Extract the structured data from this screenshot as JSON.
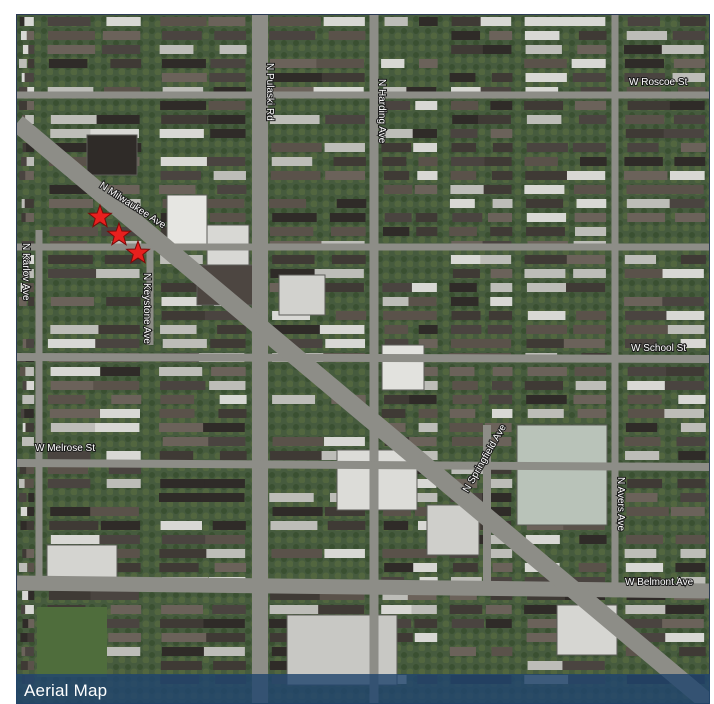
{
  "caption": "Aerial Map",
  "markers": {
    "count": 3,
    "color": "#e8201e"
  },
  "colors": {
    "road": "#8c8c86",
    "roof_dark": "#3f3a35",
    "roof_light": "#d8d8d4",
    "vegetation": "#3c5a30",
    "caption_bg": "#21456e"
  },
  "streets": {
    "pulaski": "N Pulaski Rd",
    "harding": "N Harding Ave",
    "roscoe": "W Roscoe St",
    "milwaukee": "N Milwaukee Ave",
    "karlov": "N Karlov Ave",
    "keystone": "N Keystone Ave",
    "school": "W School St",
    "melrose": "W Melrose St",
    "springfield": "N Springfield Ave",
    "avers": "N Avers Ave",
    "belmont": "W Belmont Ave"
  }
}
